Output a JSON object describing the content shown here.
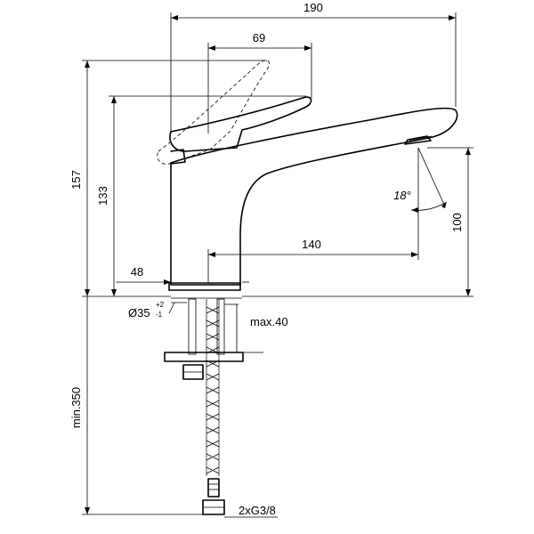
{
  "dimensions": {
    "overall_width": "190",
    "handle_width": "69",
    "overall_height": "157",
    "handle_height": "133",
    "angle": "18°",
    "spout_height": "100",
    "spout_reach": "140",
    "base_offset": "48",
    "base_diameter_main": "Ø35",
    "base_diameter_plus": "+2",
    "base_diameter_minus": "-1",
    "max_thickness": "max.40",
    "min_hose_length": "min.350",
    "connection": "2xG3/8"
  }
}
